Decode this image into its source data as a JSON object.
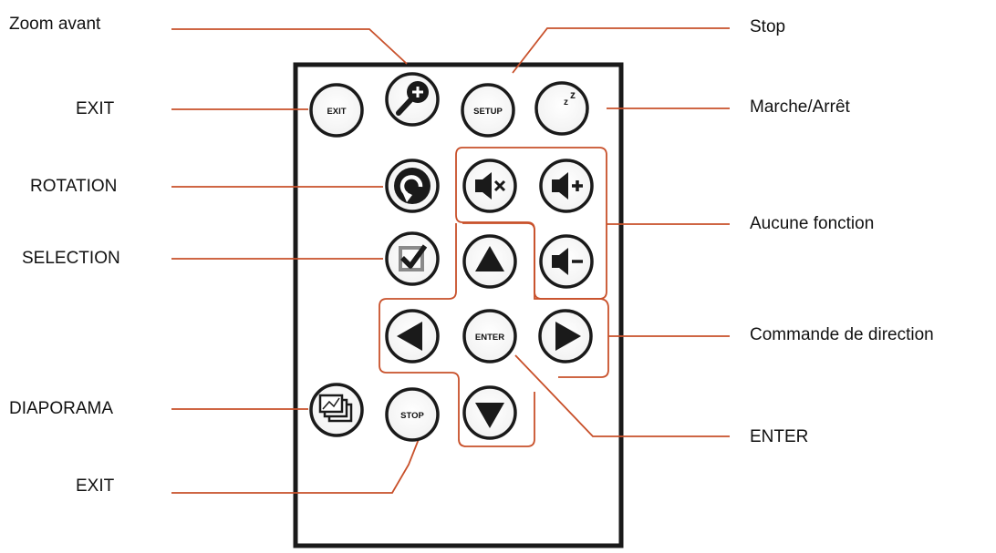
{
  "labels": {
    "zoom_avant": "Zoom avant",
    "exit_top": "EXIT",
    "rotation": "ROTATION",
    "selection": "SELECTION",
    "diaporama": "DIAPORAMA",
    "exit_bottom": "EXIT",
    "stop": "Stop",
    "marche_arret": "Marche/Arrêt",
    "aucune_fonction": "Aucune fonction",
    "commande_direction": "Commande de direction",
    "enter": "ENTER"
  },
  "buttons": {
    "exit": "EXIT",
    "setup": "SETUP",
    "enter": "ENTER",
    "stop": "STOP"
  },
  "colors": {
    "leader_line": "#c8502a",
    "remote_outline": "#1a1a1a",
    "button_ring": "#1a1a1a",
    "label_text": "#111111"
  },
  "icons": {
    "zoom": "magnifier-plus-icon",
    "sleep": "moon-zz-icon",
    "rotate": "rotate-arrow-icon",
    "mute": "speaker-mute-icon",
    "vol_up": "speaker-plus-icon",
    "vol_down": "speaker-minus-icon",
    "select": "checkbox-icon",
    "up": "triangle-up-icon",
    "left": "triangle-left-icon",
    "right": "triangle-right-icon",
    "down": "triangle-down-icon",
    "slideshow": "photo-stack-icon"
  }
}
